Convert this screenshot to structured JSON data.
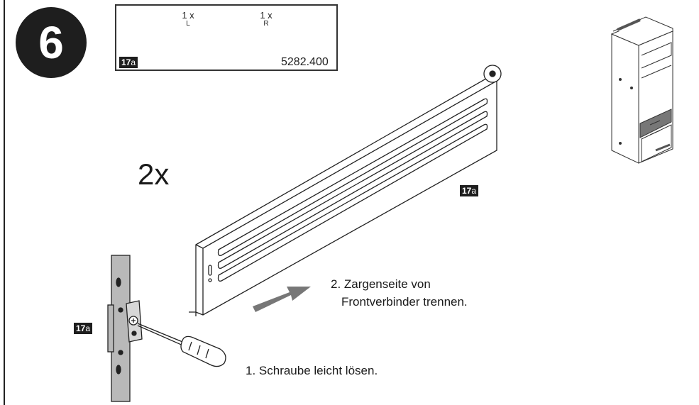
{
  "step": {
    "number": "6"
  },
  "parts_box": {
    "left_qty": "1 x",
    "left_side": "L",
    "right_qty": "1 x",
    "right_side": "R",
    "article_number": "5282.400",
    "tag_bold": "17",
    "tag_suffix": "a"
  },
  "multiplier": "2x",
  "labels": {
    "rail_tag_bold": "17",
    "rail_tag_suffix": "a",
    "connector_tag_bold": "17",
    "connector_tag_suffix": "a"
  },
  "instructions": {
    "step1": "1. Schraube  leicht lösen.",
    "step2_line1": "2. Zargenseite von",
    "step2_line2": "Frontverbinder trennen."
  }
}
